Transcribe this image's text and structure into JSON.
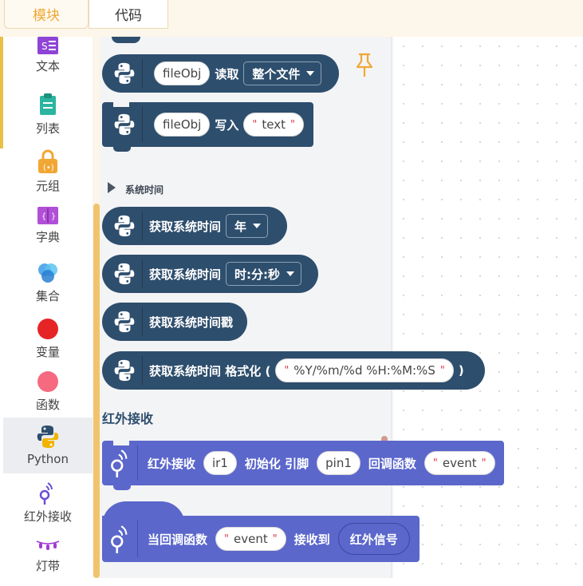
{
  "tabs": [
    {
      "label": "模块"
    },
    {
      "label": "代码"
    }
  ],
  "categories": [
    {
      "label": "文本",
      "icon": "text-icon",
      "color": "#8e44d6"
    },
    {
      "label": "列表",
      "icon": "list-icon",
      "color": "#2bb5a0"
    },
    {
      "label": "元组",
      "icon": "lock-icon",
      "color": "#f0a733"
    },
    {
      "label": "字典",
      "icon": "dictionary-icon",
      "color": "#b14fd8"
    },
    {
      "label": "集合",
      "icon": "set-icon",
      "color": "#3a9be8"
    },
    {
      "label": "变量",
      "icon": "variable-dot-icon",
      "color": "#e52525"
    },
    {
      "label": "函数",
      "icon": "function-dot-icon",
      "color": "#f56a7f"
    },
    {
      "label": "Python",
      "icon": "python-icon",
      "color": "#f0b400"
    },
    {
      "label": "红外接收",
      "icon": "infrared-icon",
      "color": "#6b4fd6"
    },
    {
      "label": "灯带",
      "icon": "light-strip-icon",
      "color": "#a23bd6"
    }
  ],
  "blocks": {
    "file_read": {
      "obj": "fileObj",
      "verb": "读取",
      "dropdown": "整个文件"
    },
    "file_write": {
      "obj": "fileObj",
      "verb": "写入",
      "text": "text"
    },
    "section_system_time": "系统时间",
    "get_time_year": {
      "label": "获取系统时间",
      "dropdown": "年"
    },
    "get_time_hms": {
      "label": "获取系统时间",
      "dropdown": "时:分:秒"
    },
    "get_timestamp": {
      "label": "获取系统时间戳"
    },
    "get_time_format": {
      "label": "获取系统时间 格式化 (",
      "format": "%Y/%m/%d %H:%M:%S",
      "close": ")"
    },
    "section_ir": "红外接收",
    "ir_init": {
      "label": "红外接收",
      "obj": "ir1",
      "mid": "初始化 引脚",
      "pin": "pin1",
      "cb": "回调函数",
      "event": "event"
    },
    "ir_callback": {
      "label": "当回调函数",
      "event": "event",
      "recv": "接收到",
      "signal": "红外信号"
    }
  }
}
